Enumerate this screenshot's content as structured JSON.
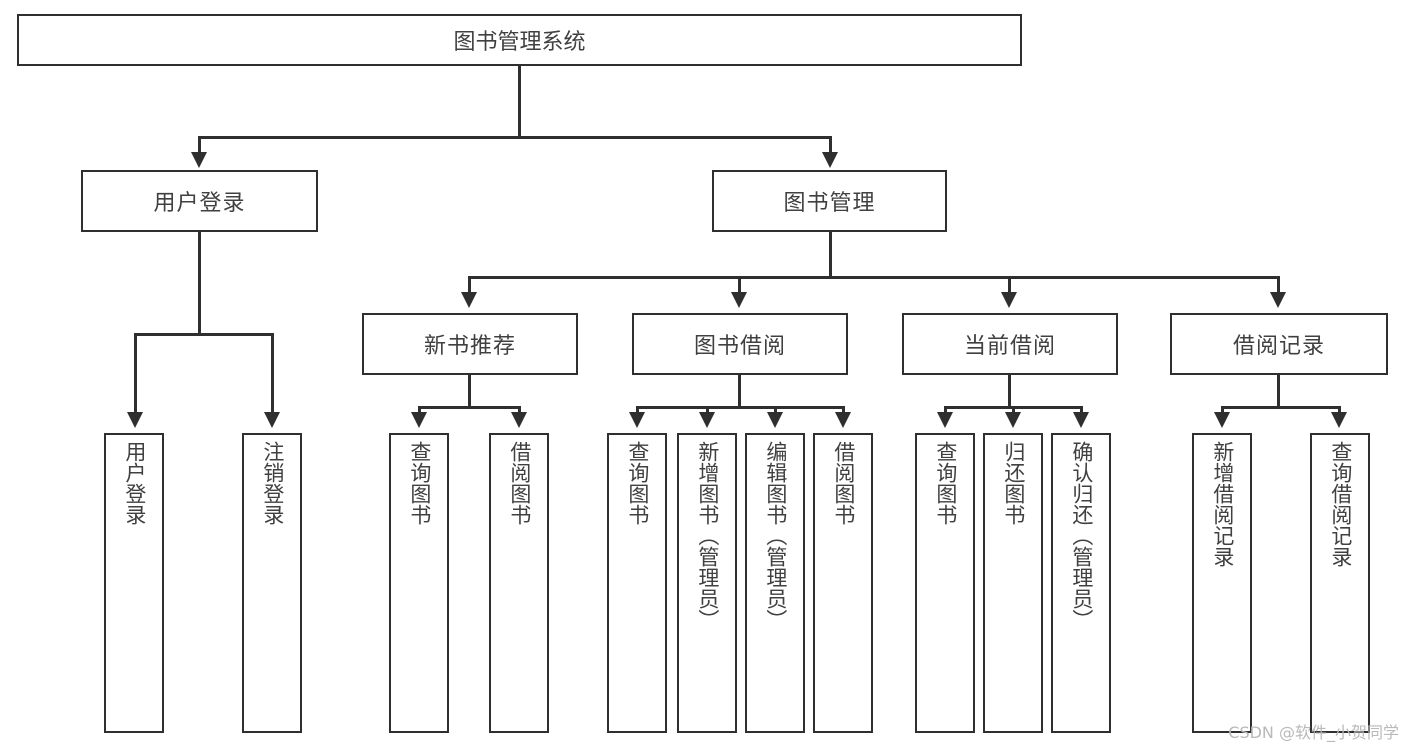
{
  "diagram": {
    "title": "图书管理系统",
    "type": "tree-hierarchy-diagram",
    "colors": {
      "stroke": "#2f2f2f",
      "text": "#404040",
      "background": "#ffffff",
      "watermark": "#b9b9b9"
    },
    "levels": {
      "root": {
        "label": "图书管理系统"
      },
      "level2": [
        {
          "label": "用户登录"
        },
        {
          "label": "图书管理"
        }
      ],
      "level3": [
        {
          "label": "新书推荐"
        },
        {
          "label": "图书借阅"
        },
        {
          "label": "当前借阅"
        },
        {
          "label": "借阅记录"
        }
      ],
      "leaves": {
        "user_login": [
          {
            "label": "用户登录"
          },
          {
            "label": "注销登录"
          }
        ],
        "new_book_recommend": [
          {
            "label": "查询图书"
          },
          {
            "label": "借阅图书"
          }
        ],
        "book_borrow": [
          {
            "label": "查询图书"
          },
          {
            "label": "新增图书（管理员）"
          },
          {
            "label": "编辑图书（管理员）"
          },
          {
            "label": "借阅图书"
          }
        ],
        "current_borrow": [
          {
            "label": "查询图书"
          },
          {
            "label": "归还图书"
          },
          {
            "label": "确认归还（管理员）"
          }
        ],
        "borrow_record": [
          {
            "label": "新增借阅记录"
          },
          {
            "label": "查询借阅记录"
          }
        ]
      }
    }
  },
  "watermark": {
    "text": "CSDN @软件_小贺同学"
  }
}
